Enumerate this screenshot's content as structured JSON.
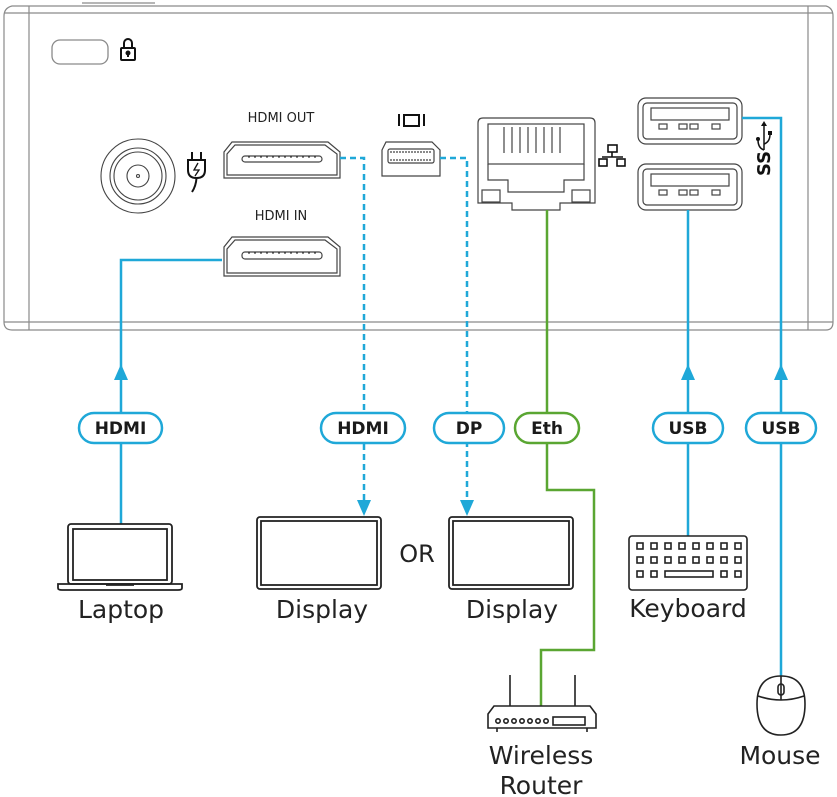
{
  "colors": {
    "cable_blue": "#1fa8d8",
    "cable_green": "#5aa632",
    "outline": "#2a2a2a",
    "chassis": "#8a8a8a",
    "background": "#ffffff"
  },
  "device_panel": {
    "ports": {
      "hdmi_out": {
        "label": "HDMI OUT"
      },
      "hdmi_in": {
        "label": "HDMI IN"
      },
      "displayport": {
        "icon": "displayport-icon"
      },
      "ethernet": {
        "icon": "network-icon"
      },
      "usb_top": {
        "icon": "usb-superspeed-icon"
      },
      "usb_bottom": {},
      "power": {
        "icon": "power-plug-icon"
      },
      "lock": {
        "icon": "padlock-icon"
      }
    }
  },
  "connections": [
    {
      "id": "laptop",
      "cable": "HDMI",
      "color": "blue",
      "style": "solid",
      "direction": "to-device",
      "port": "HDMI IN",
      "device": "Laptop"
    },
    {
      "id": "display-hdmi",
      "cable": "HDMI",
      "color": "blue",
      "style": "dashed",
      "direction": "from-device",
      "port": "HDMI OUT",
      "device": "Display"
    },
    {
      "id": "display-dp",
      "cable": "DP",
      "color": "blue",
      "style": "dashed",
      "direction": "from-device",
      "port": "DisplayPort",
      "device": "Display"
    },
    {
      "id": "router",
      "cable": "Eth",
      "color": "green",
      "style": "solid",
      "direction": "none",
      "port": "Ethernet",
      "device": "Wireless Router"
    },
    {
      "id": "keyboard",
      "cable": "USB",
      "color": "blue",
      "style": "solid",
      "direction": "to-device",
      "port": "USB (bottom)",
      "device": "Keyboard"
    },
    {
      "id": "mouse",
      "cable": "USB",
      "color": "blue",
      "style": "solid",
      "direction": "to-device",
      "port": "USB (top)",
      "device": "Mouse"
    }
  ],
  "labels": {
    "or": "OR",
    "laptop": "Laptop",
    "display1": "Display",
    "display2": "Display",
    "keyboard": "Keyboard",
    "router_line1": "Wireless",
    "router_line2": "Router",
    "mouse": "Mouse",
    "pill_hdmi_in": "HDMI",
    "pill_hdmi_out": "HDMI",
    "pill_dp": "DP",
    "pill_eth": "Eth",
    "pill_usb_kb": "USB",
    "pill_usb_mouse": "USB"
  }
}
